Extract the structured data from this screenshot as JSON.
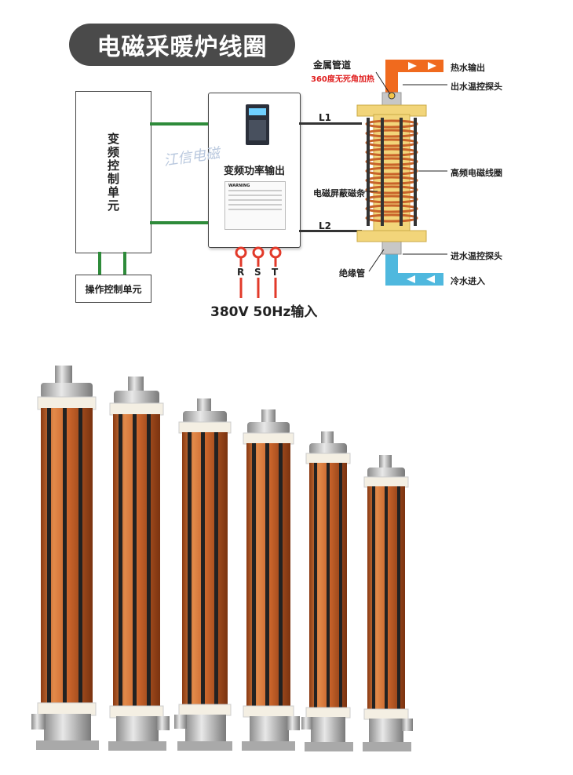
{
  "title": "电磁采暖炉线圈",
  "left_unit": {
    "label": "变频控制单元"
  },
  "operation_unit": {
    "label": "操作控制单元"
  },
  "inverter": {
    "label": "变频功率输出",
    "warning": "WARNING"
  },
  "watermark": "江信电磁",
  "power_input": {
    "phases": [
      "R",
      "S",
      "T"
    ],
    "label": "380V 50Hz输入"
  },
  "lines": {
    "l1": "L1",
    "l2": "L2"
  },
  "coil_labels": {
    "metal_pipe": "金属管道",
    "heating_note": "360度无死角加热",
    "hot_out": "热水输出",
    "out_probe": "出水温控探头",
    "hf_coil": "高频电磁线圈",
    "shield": "电磁屏蔽磁条",
    "in_probe": "进水温控探头",
    "insulation": "绝缘管",
    "cold_in": "冷水进入"
  },
  "colors": {
    "wire": "#2e8b3a",
    "hot": "#f06a1e",
    "cold": "#4fb8de",
    "copper": "#c8632a",
    "tube": "#f2d57a",
    "note": "#e02020"
  },
  "products": {
    "count": 6
  }
}
